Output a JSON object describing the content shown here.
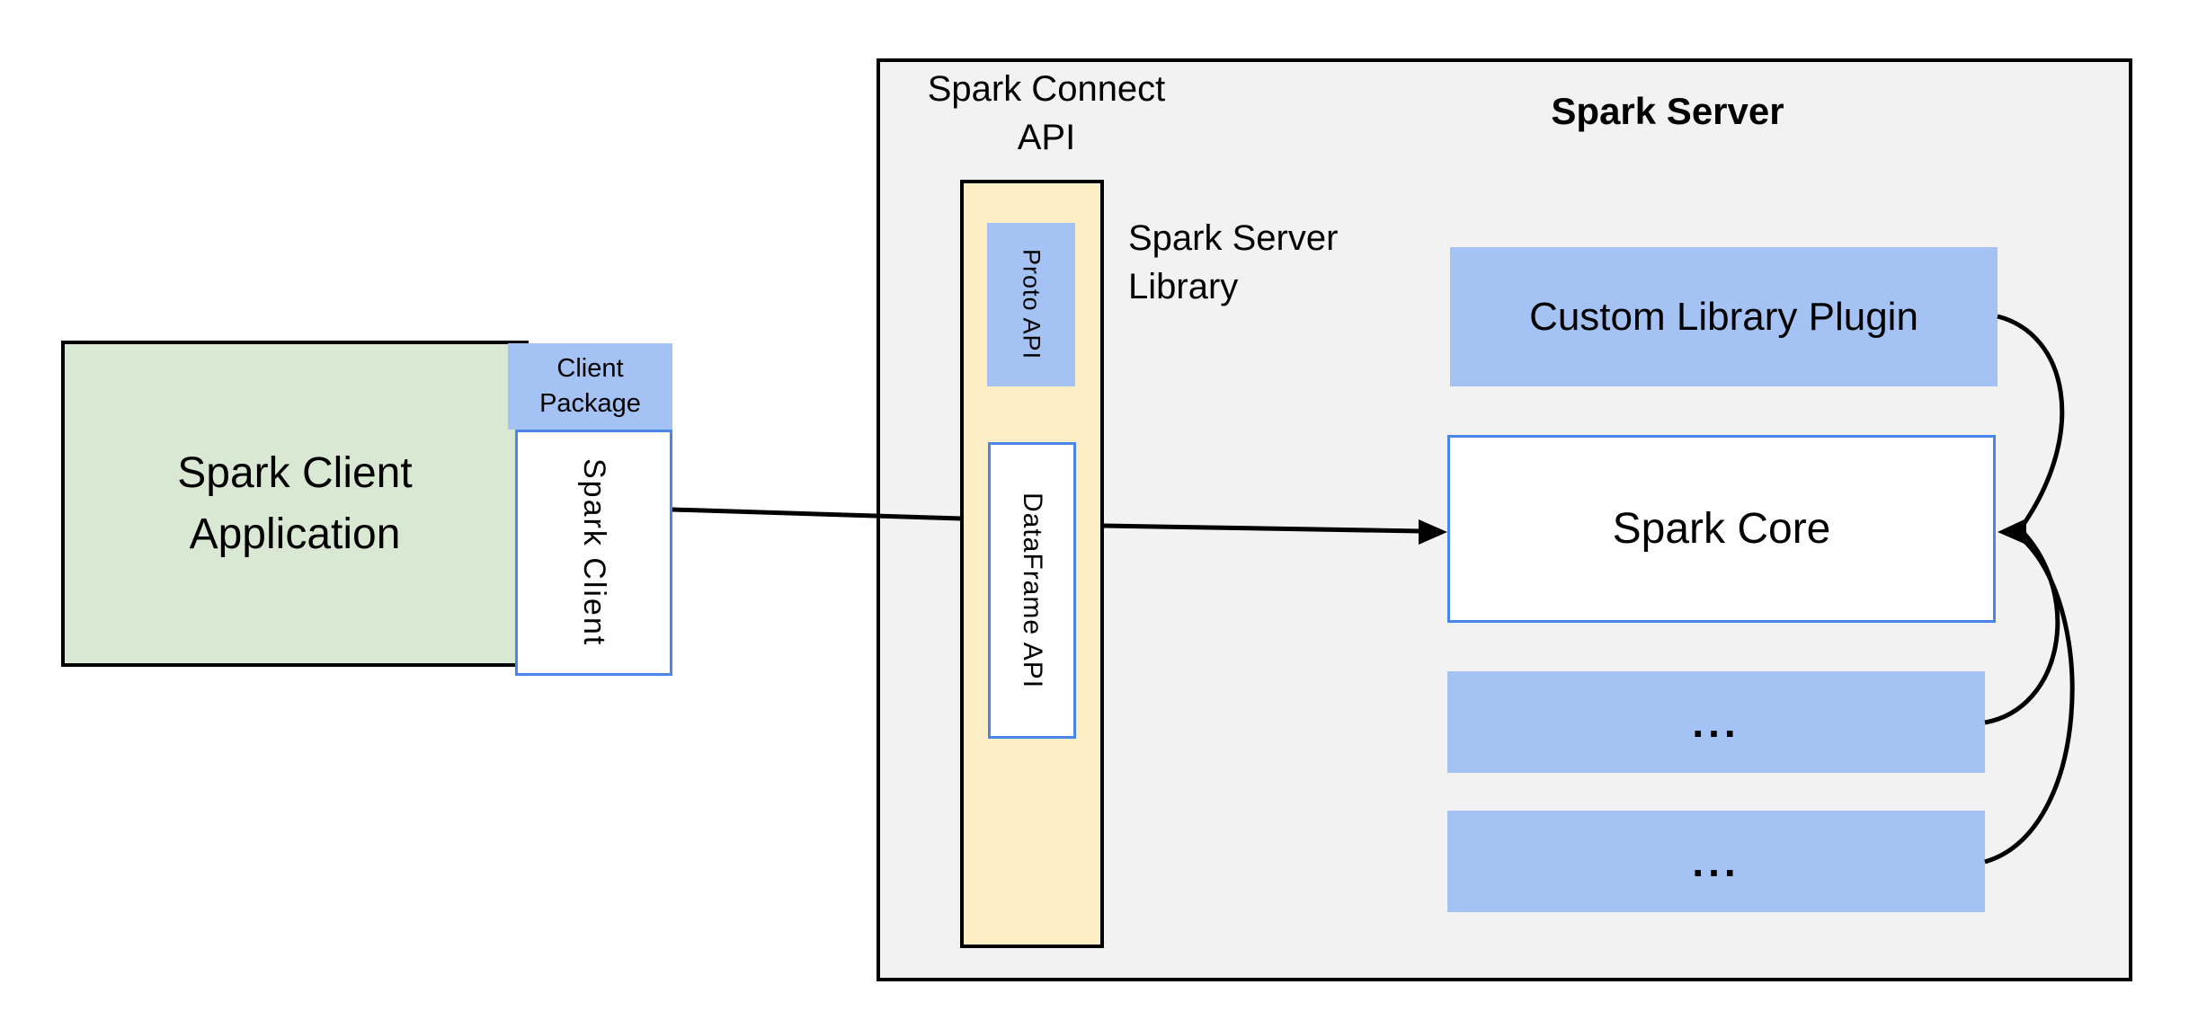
{
  "palette": {
    "canvas_bg": "#ffffff",
    "green_fill": "#d9e8d2",
    "blue_fill": "#a4c2f4",
    "cream_fill": "#fdeec6",
    "gray_fill": "#f2f2f2",
    "blue_border": "#4a86e8",
    "line_color": "#000000"
  },
  "client": {
    "application_label": "Spark Client\nApplication",
    "package_label": "Client\nPackage",
    "spark_client_label": "Spark Client"
  },
  "server": {
    "connect_api_label": "Spark Connect\nAPI",
    "title": "Spark Server",
    "proto_api_label": "Proto API",
    "dataframe_api_label": "DataFrame API",
    "library_label": "Spark Server\nLibrary",
    "custom_plugin_label": "Custom Library Plugin",
    "core_label": "Spark Core",
    "slot1_label": "...",
    "slot2_label": "..."
  }
}
